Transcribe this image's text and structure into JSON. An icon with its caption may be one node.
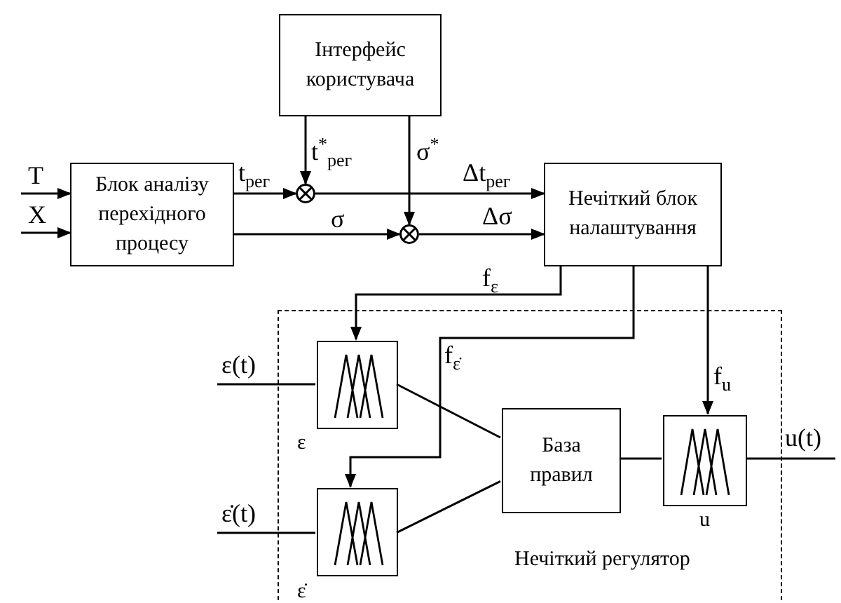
{
  "diagram": {
    "nodes": [
      {
        "text": [
          "Інтерфейс користувача"
        ]
      },
      {
        "text": [
          "Блок аналізу перехідного процесу"
        ]
      },
      {
        "text": [],
        "shape": "circle"
      },
      {
        "text": [],
        "shape": "circle"
      },
      {
        "text": [
          "Нечіткий блок налаштування"
        ]
      },
      {
        "text": [
          "Нечіткий регулятор"
        ]
      },
      {
        "text": [],
        "shape": "box",
        "in": 5,
        "beside": [
          "ε"
        ]
      },
      {
        "text": [],
        "shape": "box",
        "in": 5,
        "beside": [
          "ε̇"
        ]
      },
      {
        "text": [
          "База правил"
        ],
        "in": 5
      },
      {
        "text": [],
        "shape": "box",
        "in": 5,
        "beside": [
          "u"
        ]
      }
    ],
    "edges": [
      {
        "from": null,
        "to": 1,
        "arrow": "to",
        "label": "T"
      },
      {
        "from": null,
        "to": 1,
        "arrow": "to",
        "label": "X"
      },
      {
        "from": 0,
        "to": 2,
        "arrow": "to",
        "label": "t$^{*}$$_{рег}$"
      },
      {
        "from": 0,
        "to": 3,
        "arrow": "to",
        "label": "σ$^{*}$"
      },
      {
        "from": 1,
        "to": 2,
        "arrow": "to",
        "label": "t$_{рег}$"
      },
      {
        "from": 1,
        "to": 3,
        "arrow": "to",
        "label": "σ"
      },
      {
        "from": 2,
        "to": 4,
        "arrow": "to",
        "label": "Δt$_{рег}$"
      },
      {
        "from": 3,
        "to": 4,
        "arrow": "to",
        "label": "Δσ"
      },
      {
        "from": 4,
        "to": 6,
        "arrow": "to",
        "label": "f$_{ε}$"
      },
      {
        "from": 4,
        "to": 7,
        "arrow": "to",
        "label": "f$_{ε̇}$"
      },
      {
        "from": 4,
        "to": 9,
        "arrow": "to",
        "label": "f$_{u}$"
      },
      {
        "from": null,
        "to": 6,
        "arrow": "none",
        "label": "ε(t)"
      },
      {
        "from": null,
        "to": 7,
        "arrow": "none",
        "label": "ε̇(t)"
      },
      {
        "from": 6,
        "to": 8,
        "arrow": "none"
      },
      {
        "from": 7,
        "to": 8,
        "arrow": "none"
      },
      {
        "from": 8,
        "to": 9,
        "arrow": "none"
      },
      {
        "from": 9,
        "to": null,
        "arrow": "none",
        "label": "u(t)"
      }
    ]
  }
}
